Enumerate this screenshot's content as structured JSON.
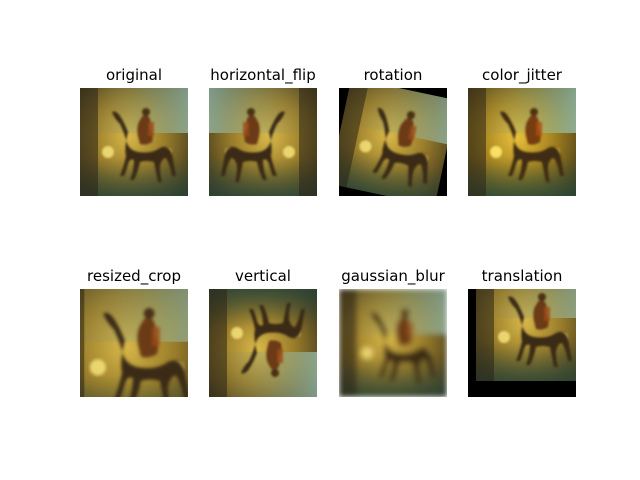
{
  "figure": {
    "panels": [
      {
        "title": "original"
      },
      {
        "title": "horizontal_flip"
      },
      {
        "title": "rotation"
      },
      {
        "title": "color_jitter"
      },
      {
        "title": "resized_crop"
      },
      {
        "title": "vertical"
      },
      {
        "title": "gaussian_blur"
      },
      {
        "title": "translation"
      }
    ]
  }
}
